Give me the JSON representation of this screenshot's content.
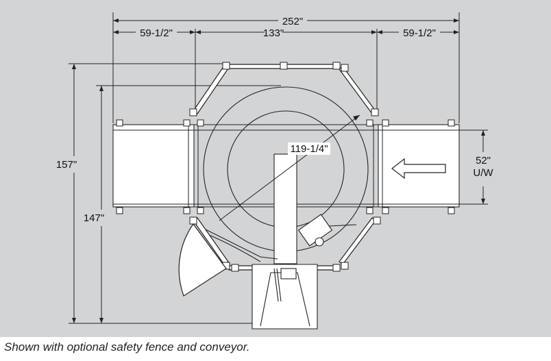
{
  "dimensions": {
    "overall_width": "252\"",
    "left_width": "59-1/2\"",
    "center_width": "133\"",
    "right_width": "59-1/2\"",
    "overall_depth": "157\"",
    "inner_depth": "147\"",
    "radius": "119-1/4\"",
    "conveyor_width": "52\"",
    "conveyor_width_note": "U/W"
  },
  "caption": "Shown with optional safety fence and conveyor.",
  "colors": {
    "background": "#d3d4d6",
    "line": "#222222",
    "fill": "#ffffff"
  }
}
